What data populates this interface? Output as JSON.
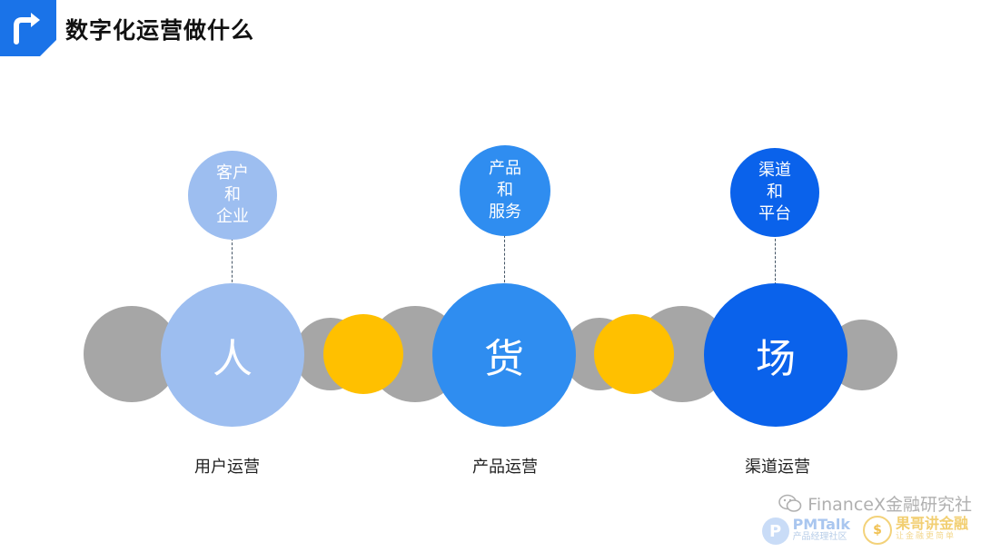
{
  "title": "数字化运营做什么",
  "colors": {
    "accent": "#1a73e8",
    "grey": "#a6a6a6",
    "gold": "#ffc000",
    "light_blue": "#9dbef0",
    "mid_blue": "#2f8df0",
    "deep_blue": "#0a62eb"
  },
  "pillars": [
    {
      "main": "人",
      "top": [
        "客户",
        "和",
        "企业"
      ],
      "label": "用户运营"
    },
    {
      "main": "货",
      "top": [
        "产品",
        "和",
        "服务"
      ],
      "label": "产品运营"
    },
    {
      "main": "场",
      "top": [
        "渠道",
        "和",
        "平台"
      ],
      "label": "渠道运营"
    }
  ],
  "watermark": {
    "icon": "wechat-icon",
    "text": "FinanceX金融研究社",
    "logo1_letter": "P",
    "logo1_name": "PMTalk",
    "logo1_sub": "产品经理社区",
    "logo2_name": "果哥讲金融",
    "logo2_sub": "让金融更简单"
  }
}
